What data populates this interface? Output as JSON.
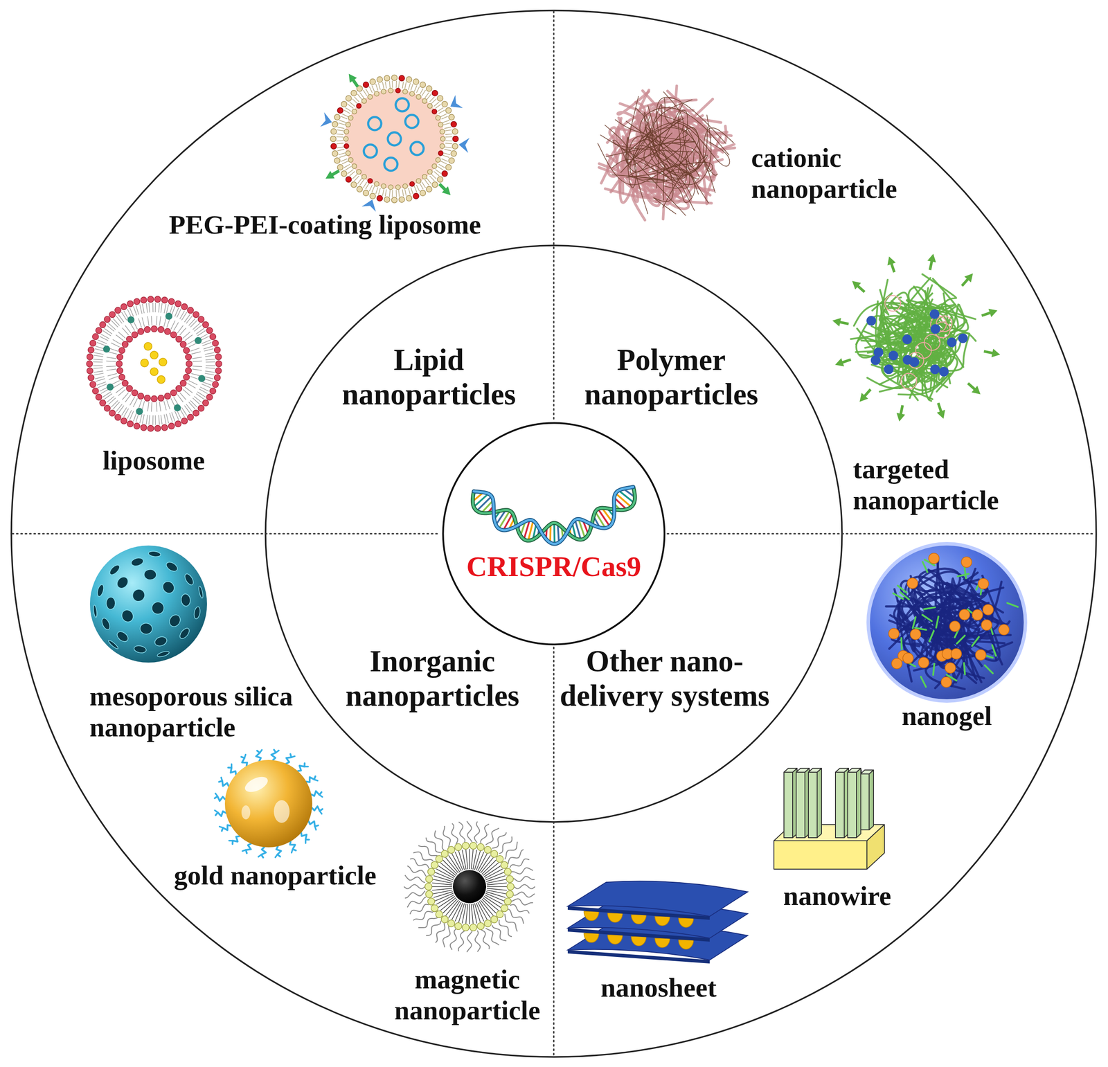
{
  "diagram": {
    "nodes": [
      {
        "text": [
          "Lipid nanoparticles"
        ]
      },
      {
        "text": [
          "Polymer nanoparticles"
        ]
      },
      {
        "text": [
          "CRISPR/Cas9"
        ]
      },
      {
        "text": [
          "Inorganic nanoparticles"
        ]
      },
      {
        "text": [
          "Other nano- delivery systems"
        ]
      }
    ],
    "labels": [
      "PEG-PEI-coating liposome",
      "cationic nanoparticle",
      "liposome",
      "targeted nanoparticle",
      "mesoporous silica nanoparticle",
      "nanogel",
      "gold nanoparticle",
      "nanowire",
      "nanosheet",
      "magnetic nanoparticle"
    ]
  }
}
